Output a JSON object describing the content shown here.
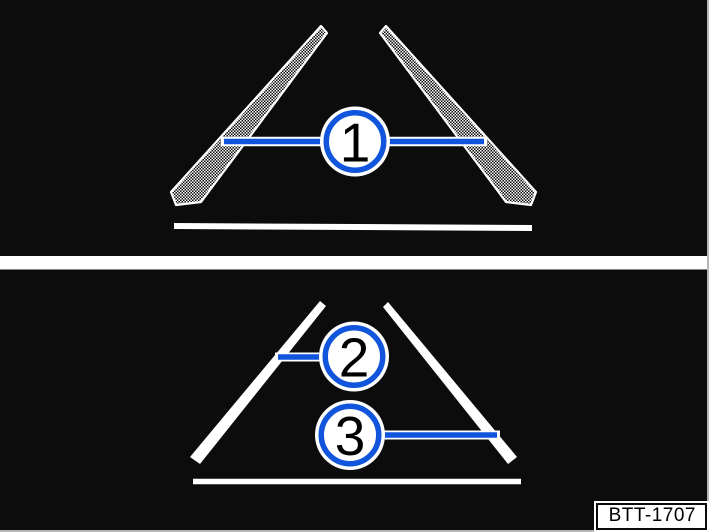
{
  "figure": {
    "code_label": "BTT-1707",
    "colors": {
      "background": "#0c0c0d",
      "callout_blue": "#1155dd",
      "line_white": "#ffffff",
      "frame_gray": "#b5b5b5"
    },
    "top_panel": {
      "callout_labels": [
        "1"
      ]
    },
    "bottom_panel": {
      "callout_labels": [
        "2",
        "3"
      ]
    }
  }
}
